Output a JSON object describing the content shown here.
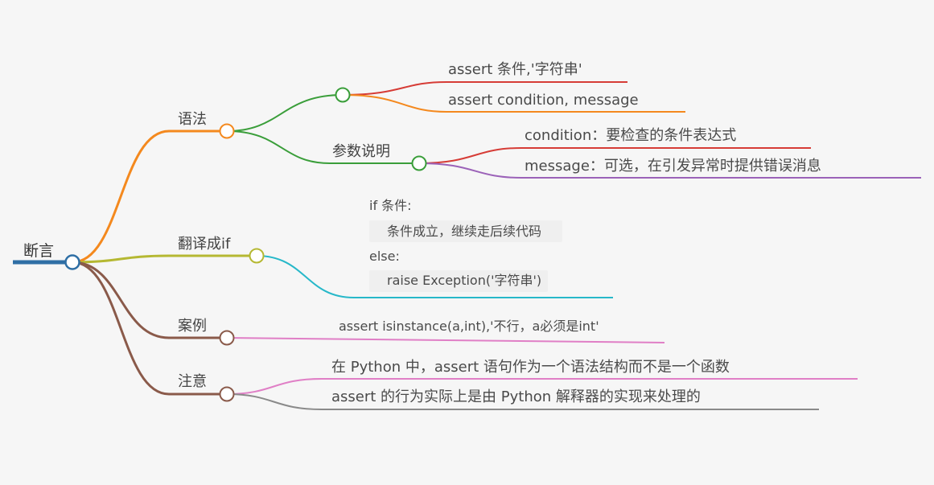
{
  "root": {
    "label": "断言",
    "color": "#2f6fa5"
  },
  "branches": {
    "syntax": {
      "label": "语法",
      "color": "#f4891e",
      "group_color": "#3a9e3a",
      "forms": {
        "color_a": "#d63c36",
        "color_b": "#f4891e",
        "leaf_a": "assert 条件,'字符串'",
        "leaf_b": "assert condition, message"
      },
      "params": {
        "label": "参数说明",
        "color": "#3a9e3a",
        "color_a": "#d63c36",
        "color_b": "#9b62b8",
        "leaf_a": "condition：要检查的条件表达式",
        "leaf_b": "message：可选，在引发异常时提供错误消息"
      }
    },
    "translate": {
      "label": "翻译成if",
      "color": "#b5b832",
      "leaf_color": "#27b8c9",
      "code": [
        "if 条件:",
        "条件成立，继续走后续代码",
        "else:",
        "raise Exception('字符串')"
      ]
    },
    "example": {
      "label": "案例",
      "color": "#8a5a4a",
      "leaf_color": "#e07fc6",
      "leaf": "assert isinstance(a,int),'不行，a必须是int'"
    },
    "notes": {
      "label": "注意",
      "color": "#8a5a4a",
      "color_a": "#e07fc6",
      "color_b": "#8a8a8a",
      "leaf_a": "在 Python 中，assert 语句作为一个语法结构而不是一个函数",
      "leaf_b": "assert 的行为实际上是由 Python 解释器的实现来处理的"
    }
  }
}
